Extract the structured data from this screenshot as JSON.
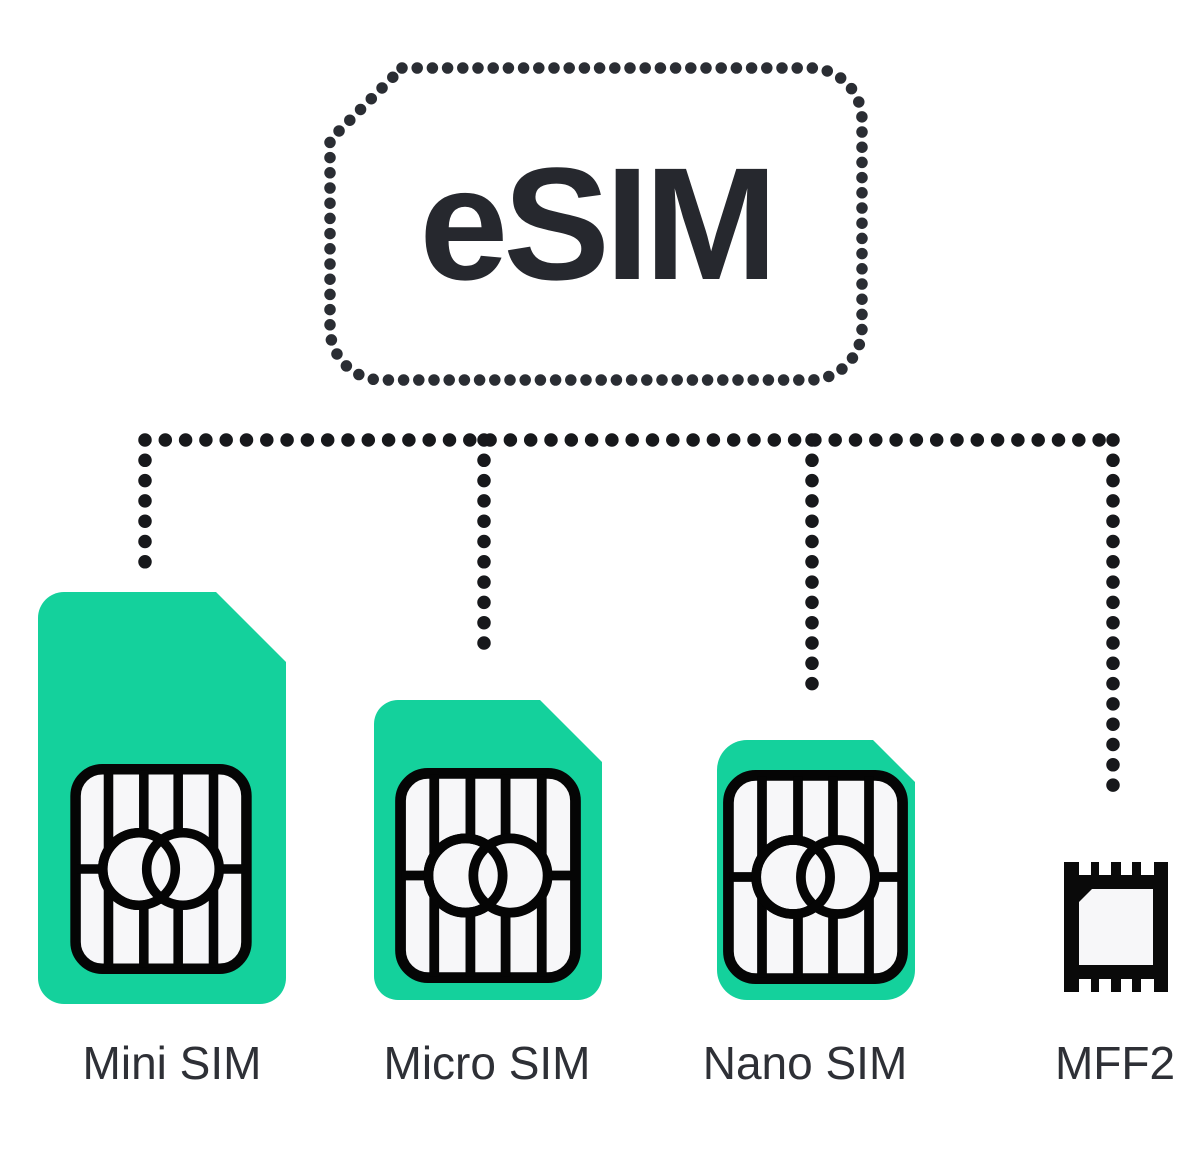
{
  "diagram": {
    "root": {
      "label": "eSIM",
      "icon": "esim-dotted-card-outline-icon"
    },
    "connector_style": "dotted",
    "form_factors": [
      {
        "label": "Mini SIM",
        "icon": "mini-sim-card-icon"
      },
      {
        "label": "Micro SIM",
        "icon": "micro-sim-card-icon"
      },
      {
        "label": "Nano SIM",
        "icon": "nano-sim-card-icon"
      },
      {
        "label": "MFF2",
        "icon": "embedded-mff2-chip-icon"
      }
    ],
    "colors": {
      "card_green": "#14d19c",
      "dot_ink": "#17181b",
      "outline_ink": "#2a2d33",
      "title_dark": "#26282e",
      "chip_fill": "#f7f7f9",
      "chip_stroke": "#050505",
      "background": "#ffffff"
    }
  }
}
